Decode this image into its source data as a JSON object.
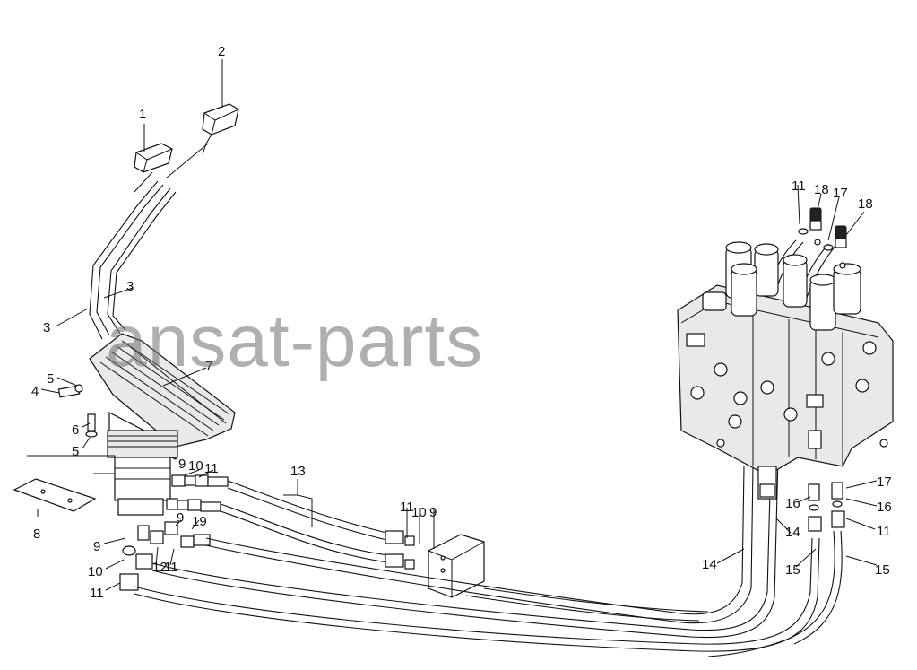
{
  "watermark": "ansat-parts",
  "callouts": {
    "c1": "1",
    "c2": "2",
    "c3a": "3",
    "c3b": "3",
    "c4": "4",
    "c5a": "5",
    "c5b": "5",
    "c6": "6",
    "c7": "7",
    "c8": "8",
    "c9a": "9",
    "c9b": "9",
    "c9c": "9",
    "c9d": "9",
    "c10a": "10",
    "c10b": "10",
    "c10c": "10",
    "c11a": "11",
    "c11b": "11",
    "c11c": "11",
    "c11d": "11",
    "c11e": "11",
    "c11f": "11",
    "c12": "12",
    "c13": "13",
    "c14a": "14",
    "c14b": "14",
    "c15a": "15",
    "c15b": "15",
    "c16a": "16",
    "c16b": "16",
    "c17a": "17",
    "c17b": "17",
    "c18a": "18",
    "c18b": "18",
    "c19": "19"
  }
}
